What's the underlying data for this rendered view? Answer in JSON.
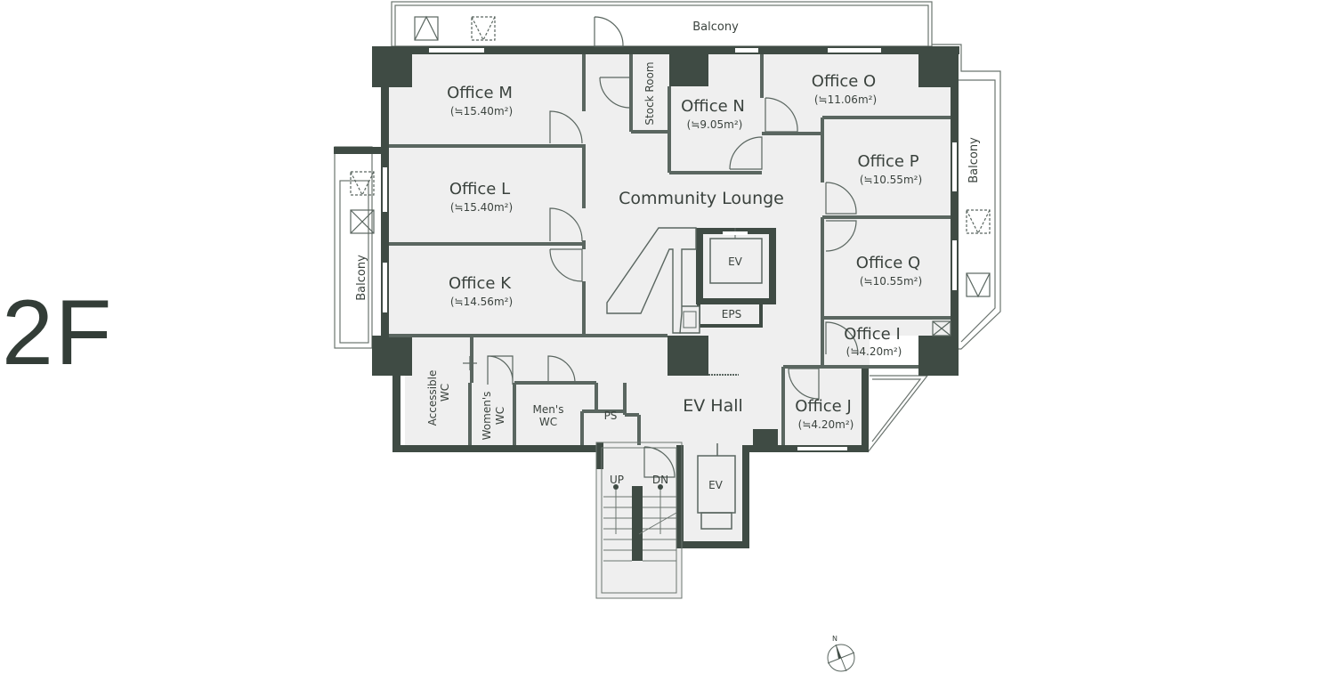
{
  "floor": "2F",
  "compass": {
    "north": "N"
  },
  "colors": {
    "wall": "#3f4b44",
    "floor_fill": "#efefef",
    "line": "#5a6660",
    "text": "#3a423d"
  },
  "rooms": {
    "office_m": {
      "name": "Office M",
      "area": "(≒15.40m²)"
    },
    "office_l": {
      "name": "Office L",
      "area": "(≒15.40m²)"
    },
    "office_k": {
      "name": "Office K",
      "area": "(≒14.56m²)"
    },
    "office_n": {
      "name": "Office N",
      "area": "(≒9.05m²)"
    },
    "office_o": {
      "name": "Office O",
      "area": "(≒11.06m²)"
    },
    "office_p": {
      "name": "Office P",
      "area": "(≒10.55m²)"
    },
    "office_q": {
      "name": "Office Q",
      "area": "(≒10.55m²)"
    },
    "office_i": {
      "name": "Office I",
      "area": "(≒4.20m²)"
    },
    "office_j": {
      "name": "Office J",
      "area": "(≒4.20m²)"
    }
  },
  "areas": {
    "balcony_top": "Balcony",
    "balcony_left": "Balcony",
    "balcony_right": "Balcony",
    "stock_room": "Stock Room",
    "community_lounge": "Community Lounge",
    "ev_hall": "EV Hall",
    "ev_upper": "EV",
    "ev_lower": "EV",
    "eps": "EPS",
    "ps": "PS",
    "accessible_wc_1": "Accessible",
    "accessible_wc_2": "WC",
    "womens_wc_1": "Women's",
    "womens_wc_2": "WC",
    "mens_wc_1": "Men's",
    "mens_wc_2": "WC",
    "stairs_up": "UP",
    "stairs_down": "DN"
  }
}
